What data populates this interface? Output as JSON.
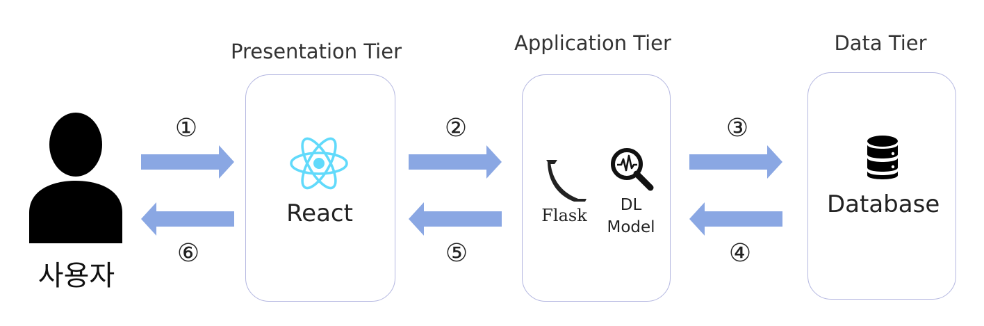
{
  "colors": {
    "arrow": "#8aa7e3",
    "box_border": "#b3b6e0",
    "react": "#61dafb",
    "user": "#000000",
    "text": "#222222"
  },
  "user": {
    "label": "사용자",
    "icon": "person-icon"
  },
  "tiers": {
    "presentation": {
      "title": "Presentation Tier",
      "label": "React",
      "icon": "react-icon"
    },
    "application": {
      "title": "Application Tier",
      "flask_label": "Flask",
      "flask_icon": "flask-horn-icon",
      "model_label_line1": "DL",
      "model_label_line2": "Model",
      "model_icon": "magnifier-waveform-icon"
    },
    "data": {
      "title": "Data Tier",
      "label": "Database",
      "icon": "database-icon"
    }
  },
  "steps": [
    {
      "num": "①",
      "direction": "right"
    },
    {
      "num": "②",
      "direction": "right"
    },
    {
      "num": "③",
      "direction": "right"
    },
    {
      "num": "④",
      "direction": "left"
    },
    {
      "num": "⑤",
      "direction": "left"
    },
    {
      "num": "⑥",
      "direction": "left"
    }
  ]
}
